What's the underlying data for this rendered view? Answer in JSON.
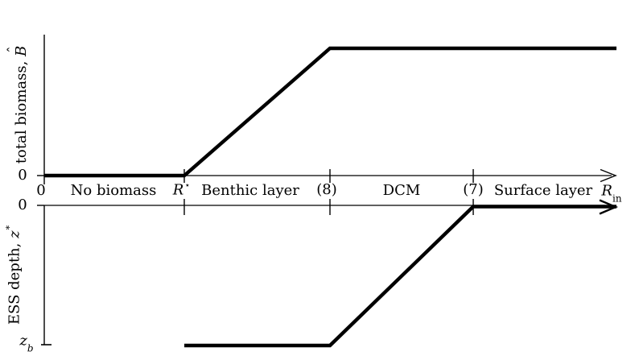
{
  "figure": {
    "background_color": "#ffffff",
    "line_color": "#000000",
    "description": "Two stacked schematic line plots sharing a horizontal resource-input axis R_in"
  },
  "x_axis": {
    "origin_tick_label": "0",
    "end_label_base": "R",
    "end_label_sub": "in",
    "boundary_ticks": [
      {
        "id": "R_star",
        "base": "R",
        "sup": "⋆",
        "pos": 0.2447
      },
      {
        "id": "eq8",
        "label": "(8)",
        "pos": 0.4993
      },
      {
        "id": "eq7",
        "label": "(7)",
        "pos": 0.7497
      }
    ],
    "regions": {
      "no_biomass": "No biomass",
      "benthic": "Benthic layer",
      "dcm": "DCM",
      "surface": "Surface layer"
    }
  },
  "top_plot": {
    "ylabel_prefix": "total biomass, ",
    "ylabel_symbol_base": "B",
    "ylabel_symbol_hat": "ˆ",
    "y_zero_label": "0"
  },
  "bottom_plot": {
    "ylabel_prefix": "ESS depth, ",
    "ylabel_symbol_base": "z",
    "ylabel_symbol_sup": "*",
    "y_zero_label": "0",
    "y_bottom_label_base": "z",
    "y_bottom_label_sub": "b"
  },
  "chart_data": [
    {
      "type": "line",
      "title": "",
      "ylabel": "total biomass, B-hat",
      "xlabel": "R_in (resource input)",
      "x_tick_labels": [
        "0",
        "R⋆",
        "(8)",
        "(7)"
      ],
      "x_tick_positions_norm": [
        0,
        0.2447,
        0.4993,
        0.7497
      ],
      "x_region_labels": [
        "No biomass",
        "Benthic layer",
        "DCM",
        "Surface layer"
      ],
      "y_tick_labels": [
        "0"
      ],
      "y_range_norm": [
        0,
        1
      ],
      "grid": false,
      "legend": false,
      "series": [
        {
          "name": "total-biomass-curve",
          "points_norm": [
            [
              0,
              0
            ],
            [
              0.2447,
              0
            ],
            [
              0.4993,
              1
            ],
            [
              1,
              1
            ]
          ],
          "note": "zero until R*, linear rise between R* and (8), constant maximum beyond (8)"
        }
      ]
    },
    {
      "type": "line",
      "title": "",
      "ylabel": "ESS depth, z* (0 at surface, z_b at bottom)",
      "xlabel": "R_in (resource input)",
      "x_tick_positions_norm": [
        0,
        0.2447,
        0.4993,
        0.7497
      ],
      "y_tick_labels": [
        "0",
        "z_b"
      ],
      "y_range_norm": [
        0,
        1
      ],
      "grid": false,
      "legend": false,
      "series": [
        {
          "name": "ess-depth-curve",
          "points_norm": [
            [
              0.2447,
              1
            ],
            [
              0.4993,
              1
            ],
            [
              0.7497,
              0
            ],
            [
              1,
              0
            ]
          ],
          "note": "no curve before R*; at bottom depth z_b from R* to (8); linear shoaling from (8) to (7); at surface beyond (7)"
        }
      ]
    }
  ]
}
